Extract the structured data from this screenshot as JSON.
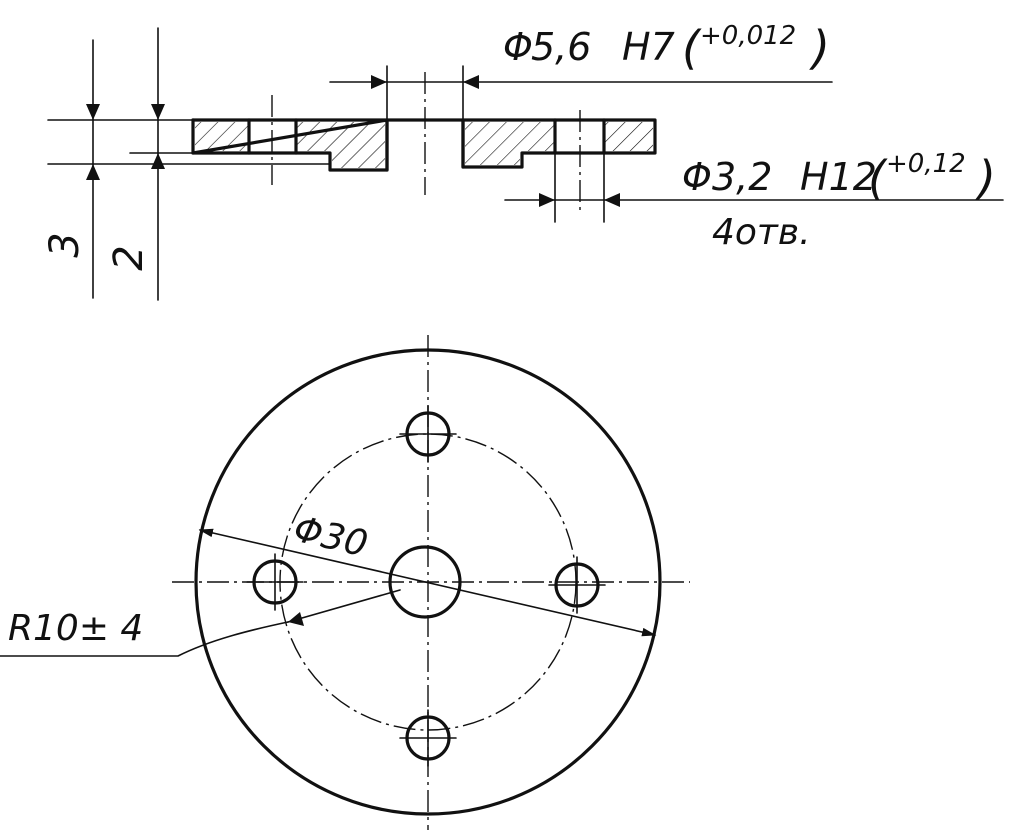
{
  "dimensions": {
    "bore": {
      "symbol": "Φ",
      "value": "5,6",
      "fit": "H7",
      "tolerance": "+0,012"
    },
    "holes": {
      "symbol": "Φ",
      "value": "3,2",
      "fit": "H12",
      "tolerance": "+0,12",
      "count_note": "4отв."
    },
    "thickness_outer": "3",
    "thickness_inner": "2",
    "pitch_diameter": "Φ30",
    "radius": "R10± 4"
  }
}
